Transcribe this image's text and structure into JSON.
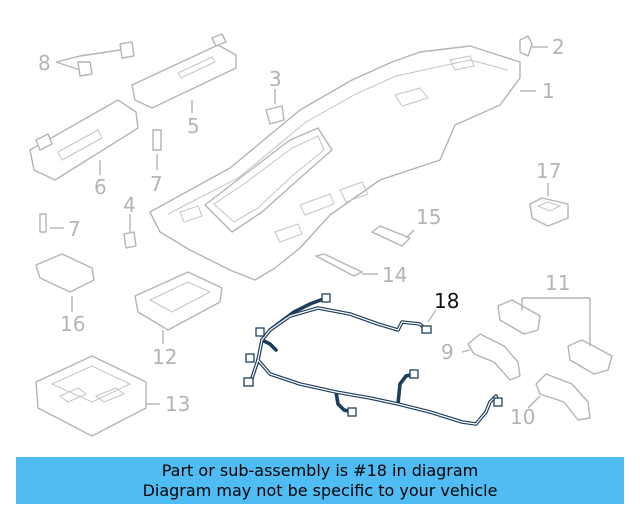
{
  "diagram": {
    "highlighted_part": "18",
    "callouts": [
      "1",
      "2",
      "3",
      "4",
      "5",
      "6",
      "7",
      "7",
      "8",
      "9",
      "10",
      "11",
      "12",
      "13",
      "14",
      "15",
      "16",
      "17",
      "18"
    ]
  },
  "banner": {
    "line1": "Part or sub-assembly is #18 in diagram",
    "line2": "Diagram may not be specific to your vehicle",
    "background": "#4fbcf3"
  },
  "colors": {
    "harness": "#1c3e5c",
    "parts": "#b4b4b4"
  }
}
